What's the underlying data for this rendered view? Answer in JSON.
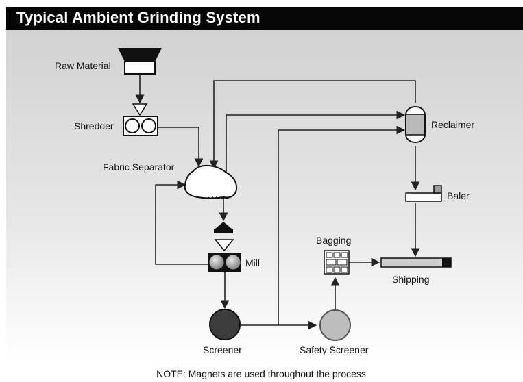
{
  "title": "Typical Ambient Grinding System",
  "labels": {
    "raw_material": "Raw Material",
    "shredder": "Shredder",
    "fabric_separator": "Fabric Separator",
    "mill": "Mill",
    "screener": "Screener",
    "safety_screener": "Safety Screener",
    "bagging": "Bagging",
    "shipping": "Shipping",
    "reclaimer": "Reclaimer",
    "baler": "Baler"
  },
  "note": "NOTE: Magnets are used throughout the process",
  "colors": {
    "title_bar": "#050505",
    "title_text": "#ffffff",
    "background_top": "#d2d2d2",
    "background_bottom": "#ffffff",
    "screener_fill": "#3c3c3c",
    "safety_screener_fill": "#bdbdbd",
    "flow_line": "#222222"
  }
}
